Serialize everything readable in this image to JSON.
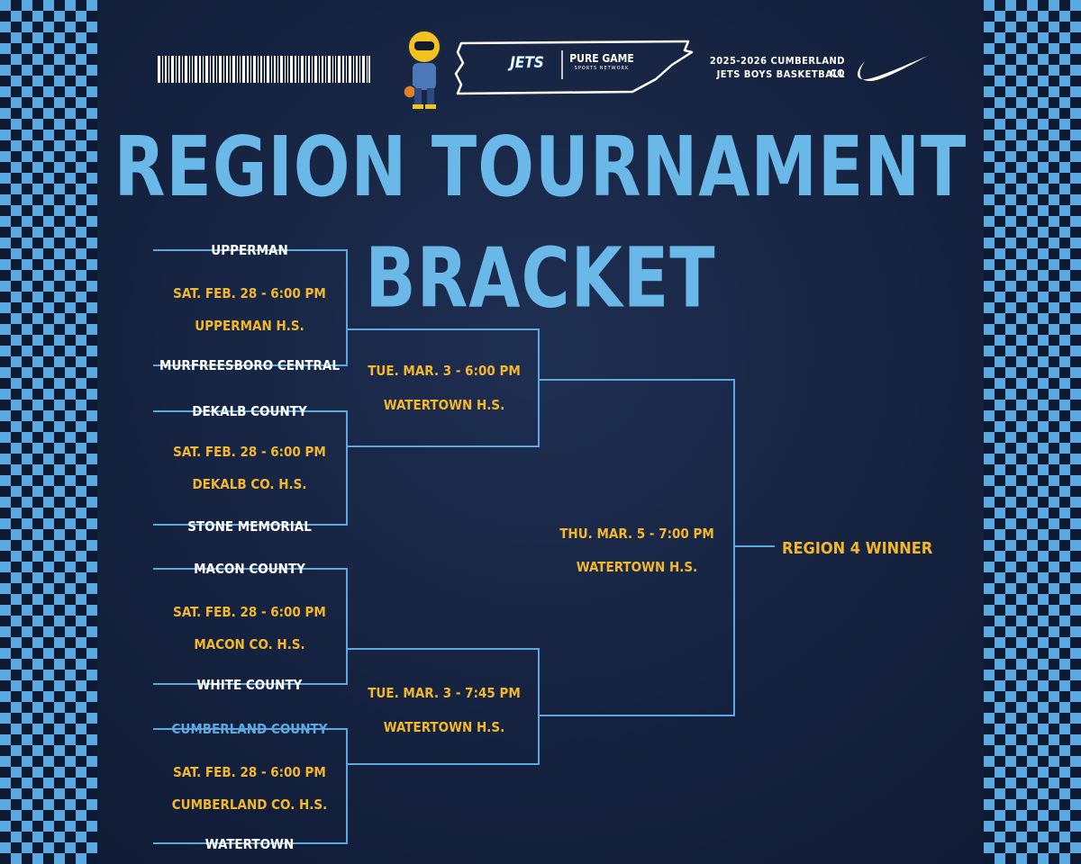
{
  "header": {
    "brand_line1": "2025-2026 CUMBERLAND CO",
    "brand_line2": "JETS BOYS BASKETBALL",
    "jets_logo_text": "JETS",
    "sponsor_text": "PURE GAME",
    "sponsor_subtext": "SPORTS NETWORK"
  },
  "title": "REGION TOURNAMENT BRACKET",
  "round1": [
    {
      "team_top": "UPPERMAN",
      "date": "SAT. FEB. 28 - 6:00 PM",
      "site": "UPPERMAN H.S.",
      "team_bottom": "MURFREESBORO CENTRAL"
    },
    {
      "team_top": "DEKALB COUNTY",
      "date": "SAT. FEB. 28 - 6:00 PM",
      "site": "DEKALB CO. H.S.",
      "team_bottom": "STONE MEMORIAL"
    },
    {
      "team_top": "MACON COUNTY",
      "date": "SAT. FEB. 28 - 6:00 PM",
      "site": "MACON CO. H.S.",
      "team_bottom": "WHITE COUNTY"
    },
    {
      "team_top": "CUMBERLAND COUNTY",
      "date": "SAT. FEB. 28 - 6:00 PM",
      "site": "CUMBERLAND CO. H.S.",
      "team_bottom": "WATERTOWN"
    }
  ],
  "semifinals": [
    {
      "date": "TUE. MAR. 3 - 6:00 PM",
      "site": "WATERTOWN H.S."
    },
    {
      "date": "TUE. MAR. 3 - 7:45 PM",
      "site": "WATERTOWN H.S."
    }
  ],
  "final": {
    "date": "THU. MAR. 5 - 7:00 PM",
    "site": "WATERTOWN H.S."
  },
  "winner_label": "REGION 4 WINNER",
  "colors": {
    "background": "#15223f",
    "title": "#6ab8e8",
    "bracket_line": "#5aa9e0",
    "game_text": "#f2b72a",
    "team_text": "#ffffff",
    "highlight_team": "#5aa9e0",
    "checker_light": "#5aa9e0",
    "checker_dark": "#0d1a33"
  },
  "icons": {
    "mascot": "jet-pilot-mascot-icon",
    "state": "tennessee-outline-icon",
    "barcode": "barcode-icon",
    "nike": "nike-swoosh-icon"
  }
}
